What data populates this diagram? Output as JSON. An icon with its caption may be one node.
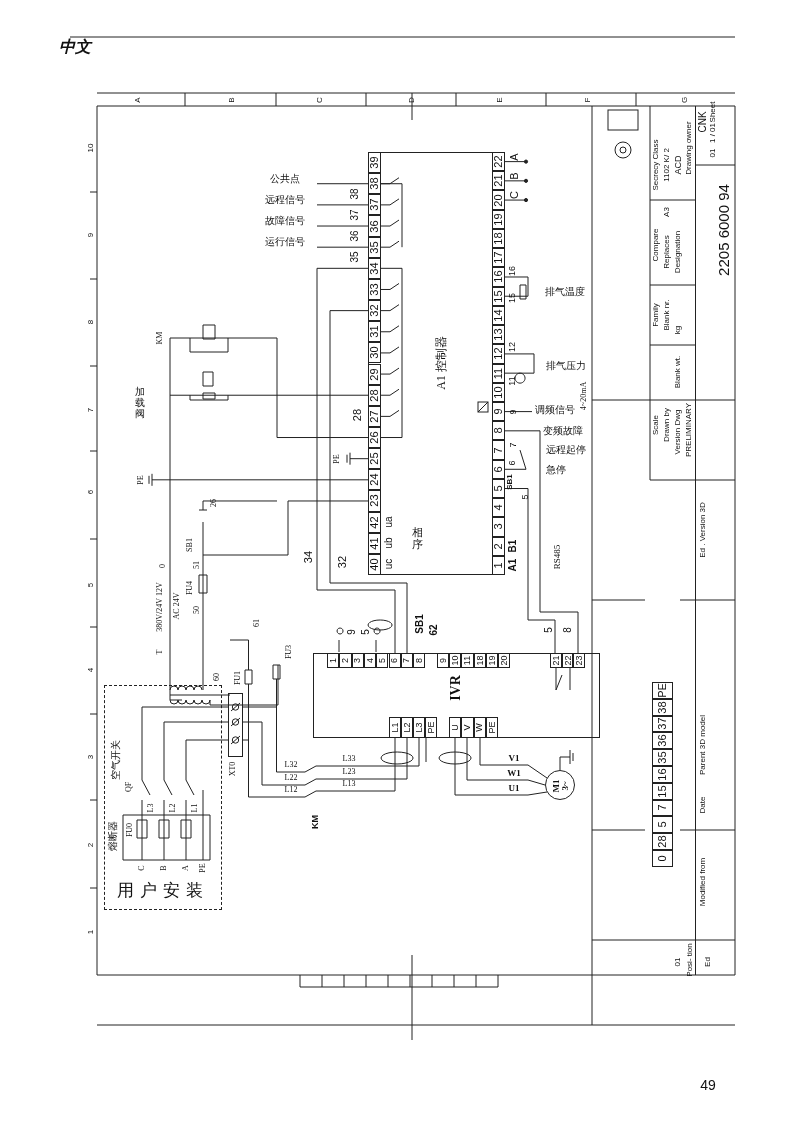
{
  "diagram": {
    "nodes": [
      {
        "text": [
          "A1 控制器"
        ]
      },
      {
        "text": [
          "IVR"
        ]
      },
      {
        "text": [
          "M1 3~"
        ]
      },
      {
        "text": [
          "用户安装"
        ]
      },
      {
        "text": [],
        "shape": "box",
        "beside": [
          "XT0"
        ]
      }
    ],
    "edges": [
      {
        "from": 3,
        "to": 4,
        "arrow": "none"
      },
      {
        "from": 3,
        "to": 4,
        "arrow": "none"
      },
      {
        "from": 3,
        "to": 4,
        "arrow": "none"
      },
      {
        "from": 4,
        "to": 1,
        "arrow": "none"
      },
      {
        "from": 4,
        "to": 1,
        "arrow": "none"
      },
      {
        "from": 4,
        "to": 1,
        "arrow": "none"
      },
      {
        "from": 1,
        "to": 2,
        "arrow": "none"
      },
      {
        "from": 1,
        "to": 2,
        "arrow": "none"
      },
      {
        "from": 1,
        "to": 2,
        "arrow": "none"
      },
      {
        "from": 0,
        "to": 1,
        "arrow": "none"
      },
      {
        "from": 0,
        "to": 1,
        "arrow": "none"
      },
      {
        "from": 0,
        "to": 1,
        "arrow": "none"
      },
      {
        "from": 0,
        "to": 1,
        "arrow": "none"
      }
    ],
    "labels": [
      "中文",
      "A",
      "B",
      "C",
      "D",
      "E",
      "F",
      "G",
      "10",
      "9",
      "8",
      "7",
      "6",
      "5",
      "4",
      "3",
      "2",
      "1",
      "39",
      "38",
      "37",
      "36",
      "35",
      "34",
      "33",
      "32",
      "31",
      "30",
      "29",
      "28",
      "27",
      "26",
      "25",
      "24",
      "23",
      "42",
      "41",
      "40",
      "22",
      "21",
      "20",
      "19",
      "18",
      "17",
      "16",
      "15",
      "14",
      "13",
      "12",
      "11",
      "10",
      "9",
      "8",
      "7",
      "6",
      "5",
      "4",
      "3",
      "2",
      "1",
      "ua",
      "ub",
      "uc",
      "相序",
      "A1",
      "B1",
      "公共点",
      "远程信号",
      "故障信号",
      "运行信号",
      "38",
      "37",
      "36",
      "35",
      "A",
      "B",
      "C",
      "16",
      "15",
      "12",
      "11",
      "9",
      "7",
      "6",
      "SB1",
      "5",
      "排气温度",
      "排气压力",
      "调频信号",
      "4~20mA",
      "变频故障",
      "远程起停",
      "急停",
      "RS485",
      "28",
      "PE",
      "34",
      "32",
      "KM",
      "加载阀",
      "PE",
      "26",
      "SB1",
      "0",
      "51",
      "FU4",
      "50",
      "AC 24V",
      "T",
      "380V/24V 12V",
      "61",
      "9",
      "5",
      "SB1",
      "62",
      "5",
      "8",
      "1",
      "2",
      "3",
      "4",
      "5",
      "6",
      "7",
      "8",
      "9",
      "10",
      "11",
      "18",
      "19",
      "20",
      "21",
      "22",
      "23",
      "L1",
      "L2",
      "L3",
      "PE",
      "U",
      "V",
      "W",
      "PE",
      "V1",
      "W1",
      "U1",
      "L32",
      "L22",
      "L12",
      "L33",
      "L23",
      "L13",
      "KM",
      "FU3",
      "FU1",
      "60",
      "空气开关",
      "QF",
      "L3",
      "L2",
      "L1",
      "熔断器",
      "FU0",
      "C",
      "B",
      "A",
      "PE",
      "PE",
      "38",
      "37",
      "36",
      "35",
      "16",
      "15",
      "7",
      "5",
      "28",
      "0",
      "Secrecy Class",
      "1102 K/ 2",
      "ACD",
      "Drawing owner",
      "CNK",
      "Sheet",
      "1 / 01",
      "01",
      "Compare",
      "A3",
      "Replaces",
      "Designation",
      "2205 6000 94",
      "Family",
      "Blank nr.",
      "kg",
      "Scale",
      "Drawn by",
      "Version Dwg",
      "Blank wt.",
      "PRELIMINARY",
      "Ed . Version 3D",
      "Parent 3D model",
      "Date",
      "Modified from",
      "Ed",
      "Posi- tion",
      "01",
      "49"
    ]
  }
}
